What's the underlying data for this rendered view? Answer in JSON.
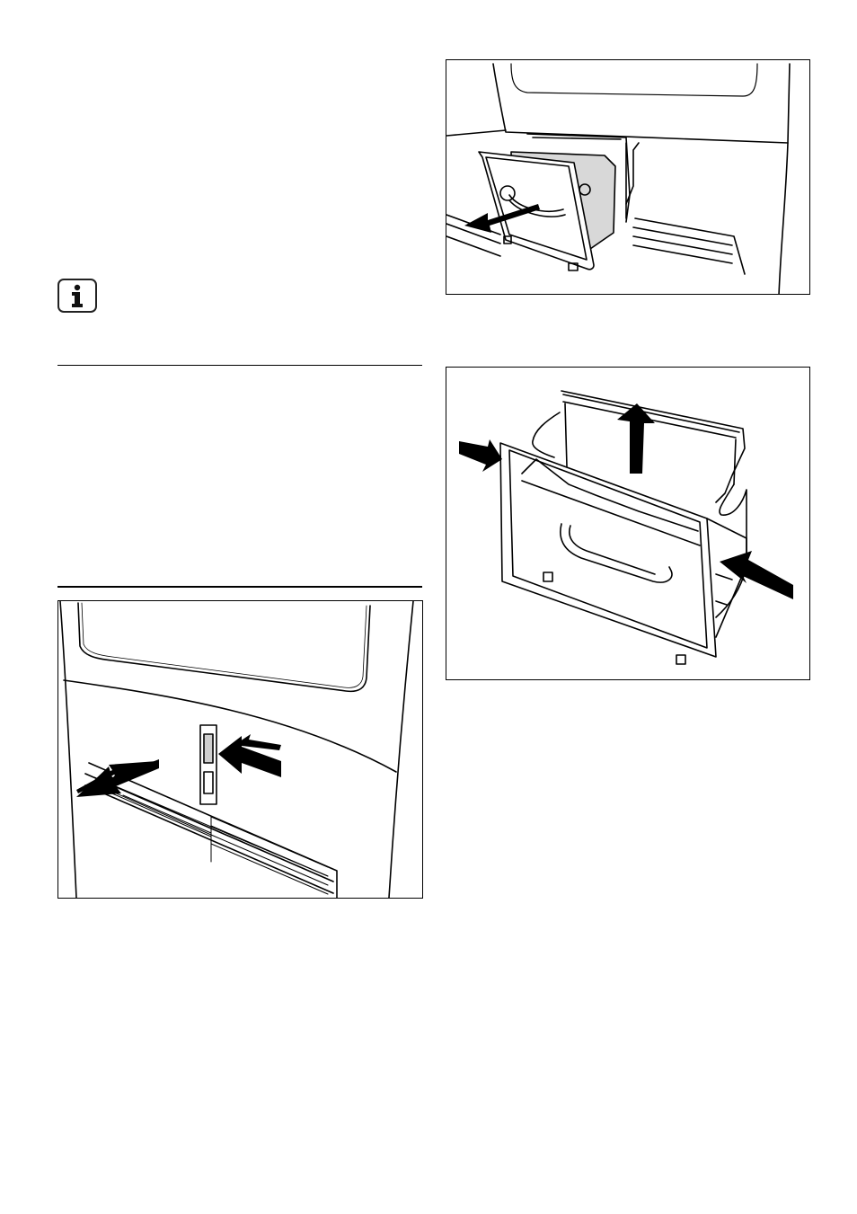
{
  "page": {
    "info_icon": "info-icon",
    "figures": [
      {
        "id": "fig-grille-removal",
        "icons": [
          "door-panel",
          "release-tab",
          "push-arrow-icon",
          "pull-arrow-icon",
          "plinth-grille"
        ]
      },
      {
        "id": "fig-filter-pull-out",
        "icons": [
          "filter-frame",
          "handle",
          "pull-arrow-icon"
        ]
      },
      {
        "id": "fig-filter-open",
        "icons": [
          "filter-frame",
          "filter-insert",
          "squeeze-arrow-icon",
          "lift-arrow-icon"
        ]
      }
    ]
  },
  "colors": {
    "line": "#000000",
    "fill": "#ffffff",
    "shade": "#d8d8d8"
  }
}
